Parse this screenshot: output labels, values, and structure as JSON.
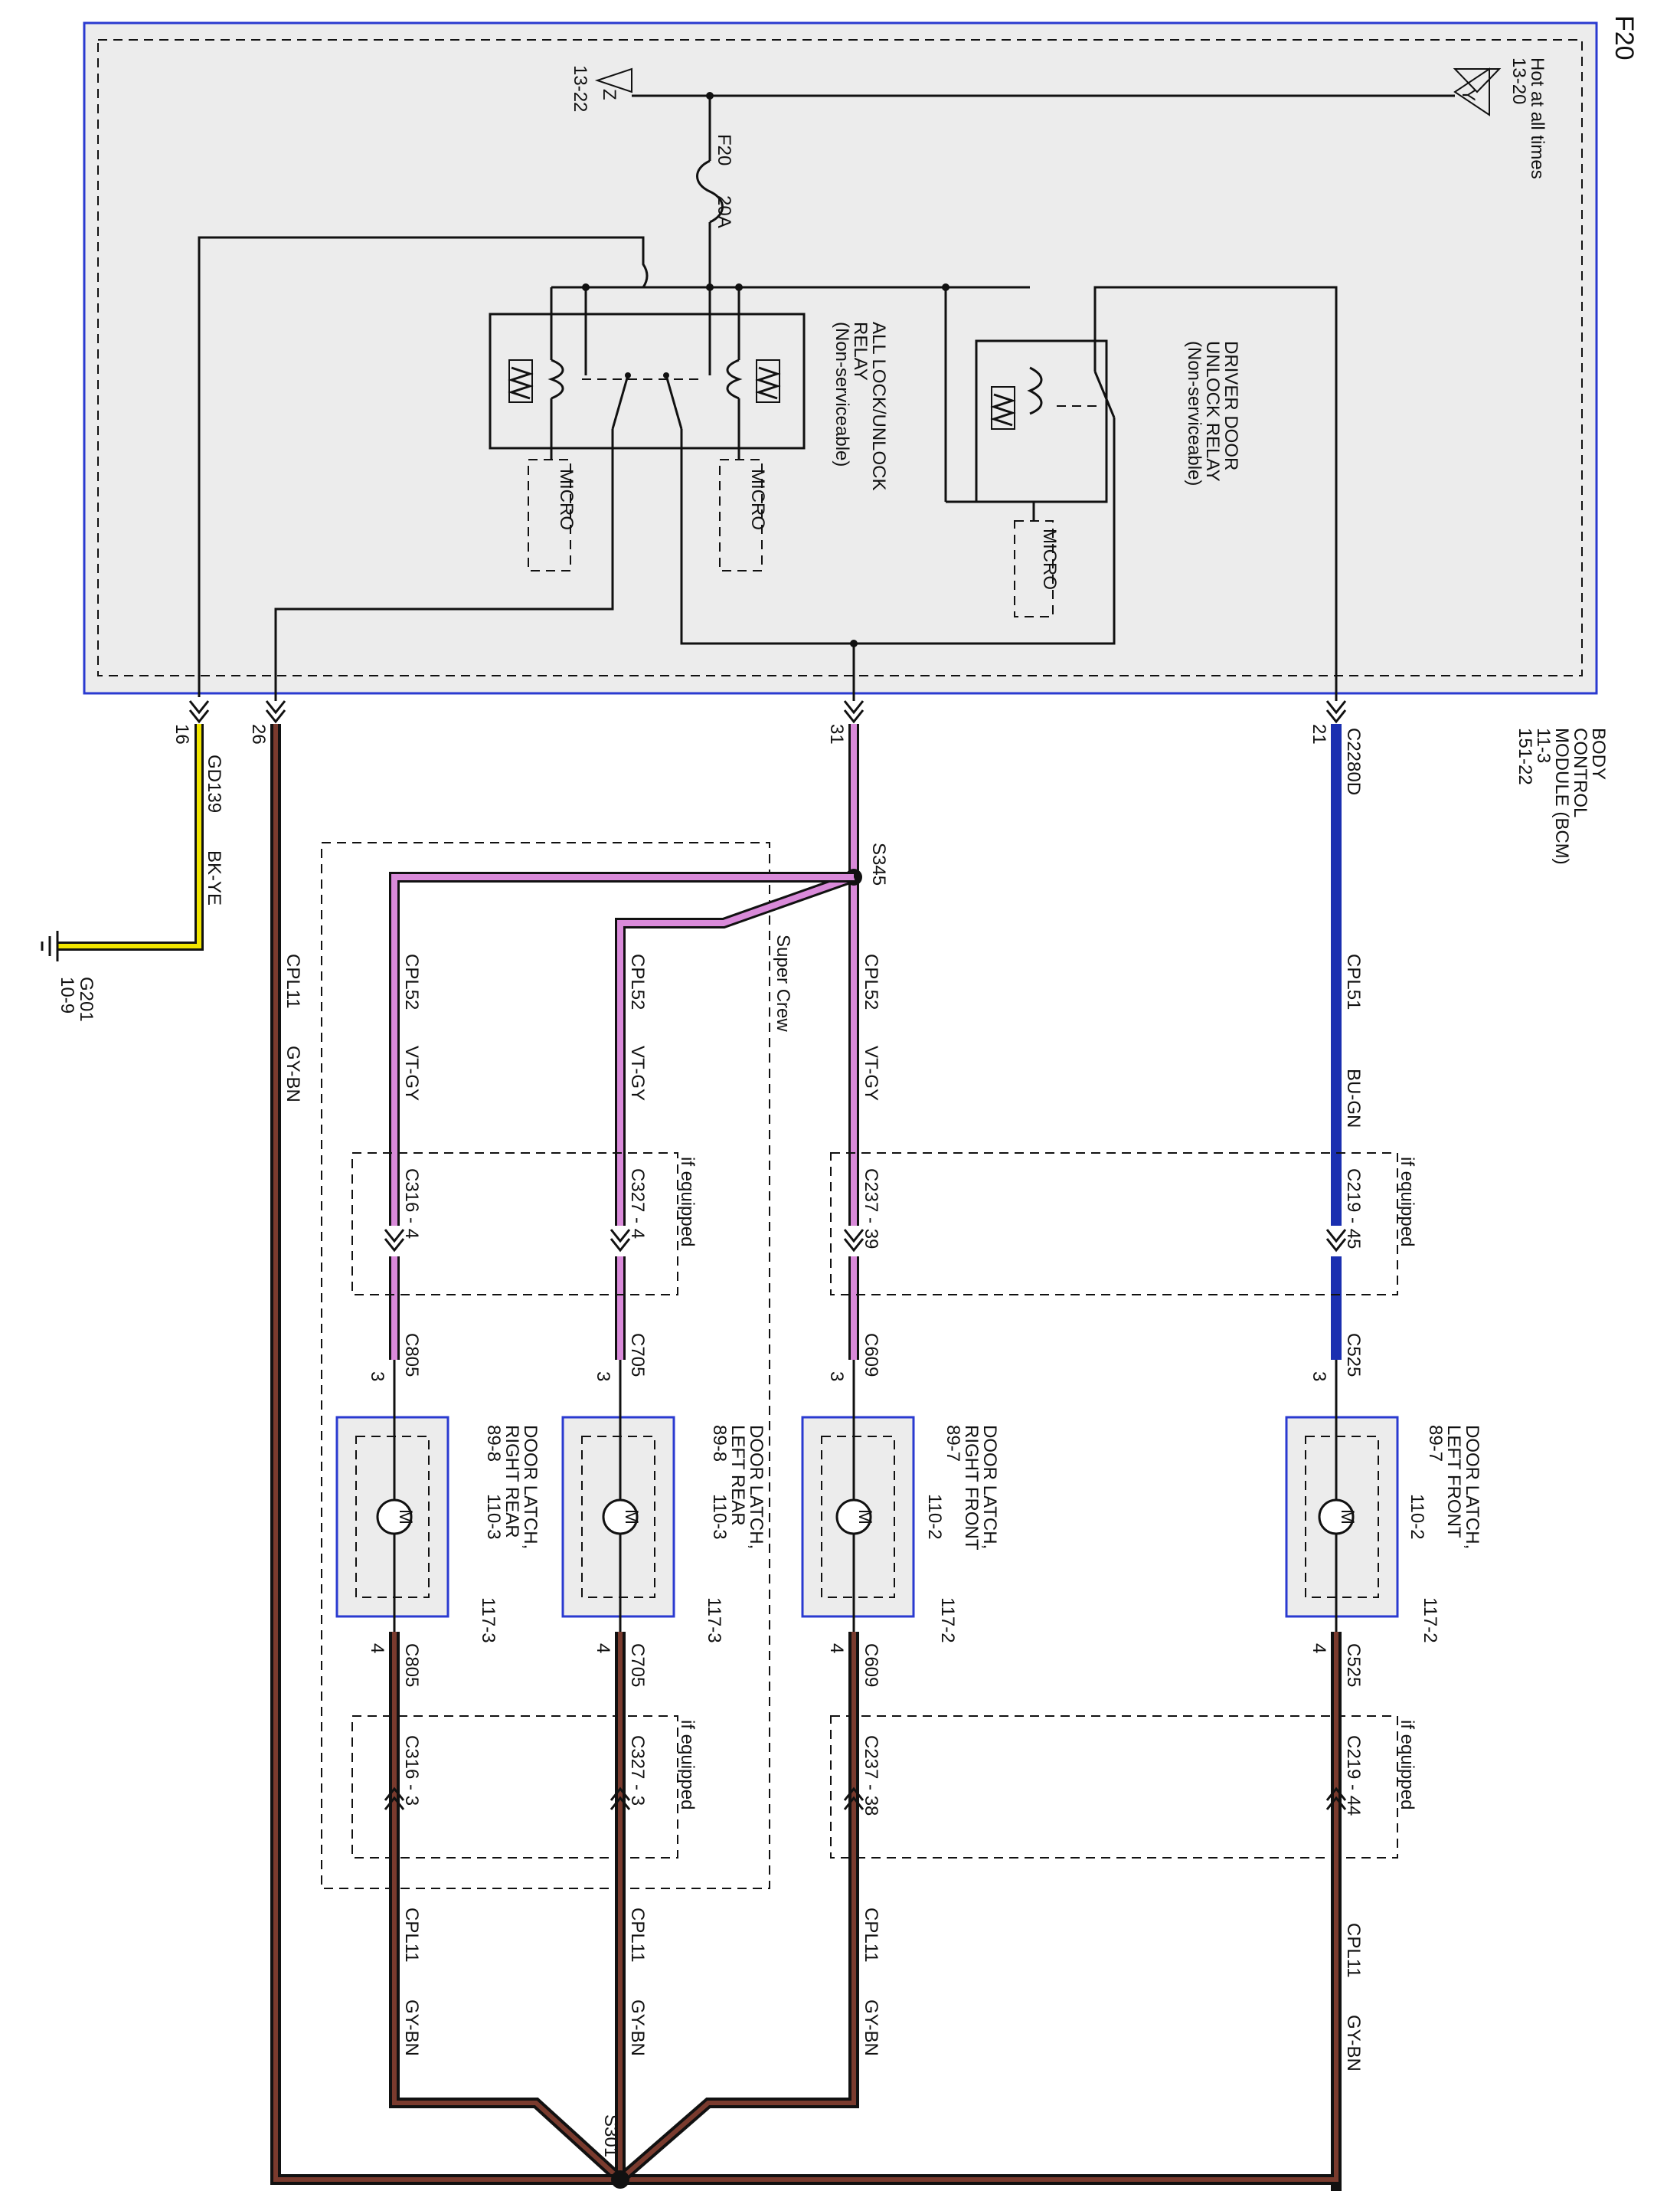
{
  "page_label": "F20",
  "bcm": {
    "lines": [
      "BODY",
      "CONTROL",
      "MODULE (BCM)",
      "11-3",
      "151-22"
    ]
  },
  "hot_label": {
    "lines": [
      "Hot at all times",
      "13-20"
    ],
    "terminal": "Y"
  },
  "z_terminal": {
    "letter": "Z",
    "ref": "13-22"
  },
  "fuse": {
    "name": "F20",
    "rating": "20A"
  },
  "all_lock_relay": {
    "lines": [
      "ALL LOCK/UNLOCK",
      "RELAY",
      "(Non-serviceable)"
    ]
  },
  "driver_relay": {
    "lines": [
      "DRIVER DOOR",
      "UNLOCK RELAY",
      "(Non-serviceable)"
    ]
  },
  "micro_label": "MICRO",
  "pins": {
    "p16": "16",
    "p26": "26",
    "p31": "31",
    "p21": "21",
    "c2280d": "C2280D"
  },
  "ground_wire": {
    "circuit": "GD139",
    "color": "BK-YE",
    "ground": "G201",
    "ref": "10-9"
  },
  "splices": {
    "s345": "S345",
    "s301": "S301"
  },
  "super_crew": "Super Crew",
  "if_equipped": "if equipped",
  "circuits": {
    "cpl51": "CPL51",
    "bu_gn": "BU-GN",
    "cpl52": "CPL52",
    "vt_gy": "VT-GY",
    "cpl11": "CPL11",
    "gy_bn": "GY-BN"
  },
  "connectors": {
    "c219_45": "C219 - 45",
    "c219_44": "C219 - 44",
    "c237_39": "C237 - 39",
    "c237_38": "C237 - 38",
    "c327_4": "C327 - 4",
    "c327_3": "C327 - 3",
    "c316_4": "C316 - 4",
    "c316_3": "C316 - 3",
    "c525": "C525",
    "c609": "C609",
    "c705": "C705",
    "c805": "C805",
    "pin3": "3",
    "pin4": "4"
  },
  "latches": {
    "lf": {
      "lines": [
        "DOOR LATCH,",
        "LEFT FRONT",
        "89-7",
        "110-2",
        "117-2"
      ]
    },
    "rf": {
      "lines": [
        "DOOR LATCH,",
        "RIGHT FRONT",
        "89-7",
        "110-2",
        "117-2"
      ]
    },
    "lr": {
      "lines": [
        "DOOR LATCH,",
        "LEFT REAR",
        "89-8",
        "110-3",
        "117-3"
      ]
    },
    "rr": {
      "lines": [
        "DOOR LATCH,",
        "RIGHT REAR",
        "89-8",
        "110-3",
        "117-3"
      ]
    }
  },
  "motor_symbol": "M",
  "colors": {
    "blue": "#1a2fb0",
    "violet": "#d98ad9",
    "gray": "#777777",
    "brown": "#7a3b2e",
    "black": "#111111",
    "yellow": "#f2e600",
    "module_fill": "#ececec",
    "module_border": "#2a3ad0"
  }
}
